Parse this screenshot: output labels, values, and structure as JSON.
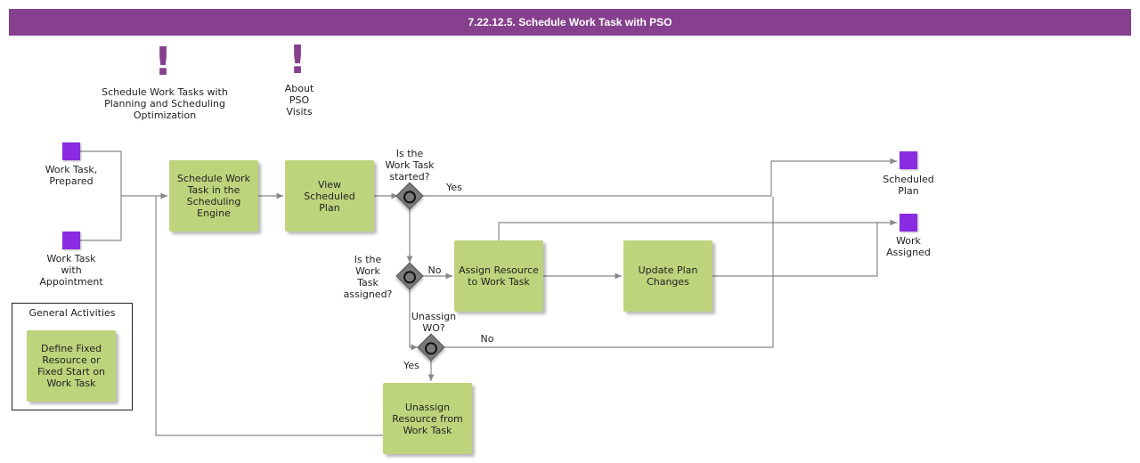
{
  "title": "7.22.12.5. Schedule Work Task with PSO",
  "annotations": [
    {
      "text": "Schedule Work Tasks with\nPlanning and Scheduling\nOptimization"
    },
    {
      "text": "About\nPSO\nVisits"
    }
  ],
  "events": {
    "start_prepared": "Work Task,\nPrepared",
    "start_appointment": "Work Task\nwith\nAppointment",
    "end_scheduled": "Scheduled\nPlan",
    "end_assigned": "Work\nAssigned"
  },
  "tasks": {
    "schedule": "Schedule Work\nTask in the\nScheduling\nEngine",
    "view": "View\nScheduled\nPlan",
    "assign": "Assign Resource\nto Work Task",
    "update": "Update Plan\nChanges",
    "unassign": "Unassign\nResource from\nWork Task"
  },
  "gateways": {
    "started": "Is the\nWork Task\nstarted?",
    "assigned": "Is the\nWork\nTask\nassigned?",
    "unassign": "Unassign\nWO?"
  },
  "flow_labels": {
    "started_yes": "Yes",
    "assigned_no": "No",
    "unassign_no": "No",
    "unassign_yes": "Yes"
  },
  "legend": {
    "title": "General Activities",
    "item": "Define Fixed\nResource or\nFixed Start on\nWork Task"
  },
  "colors": {
    "header": "#86408e",
    "task": "#bed47c",
    "event": "#8a2be2",
    "gateway": "#7a7a7a",
    "connector": "#888888"
  }
}
